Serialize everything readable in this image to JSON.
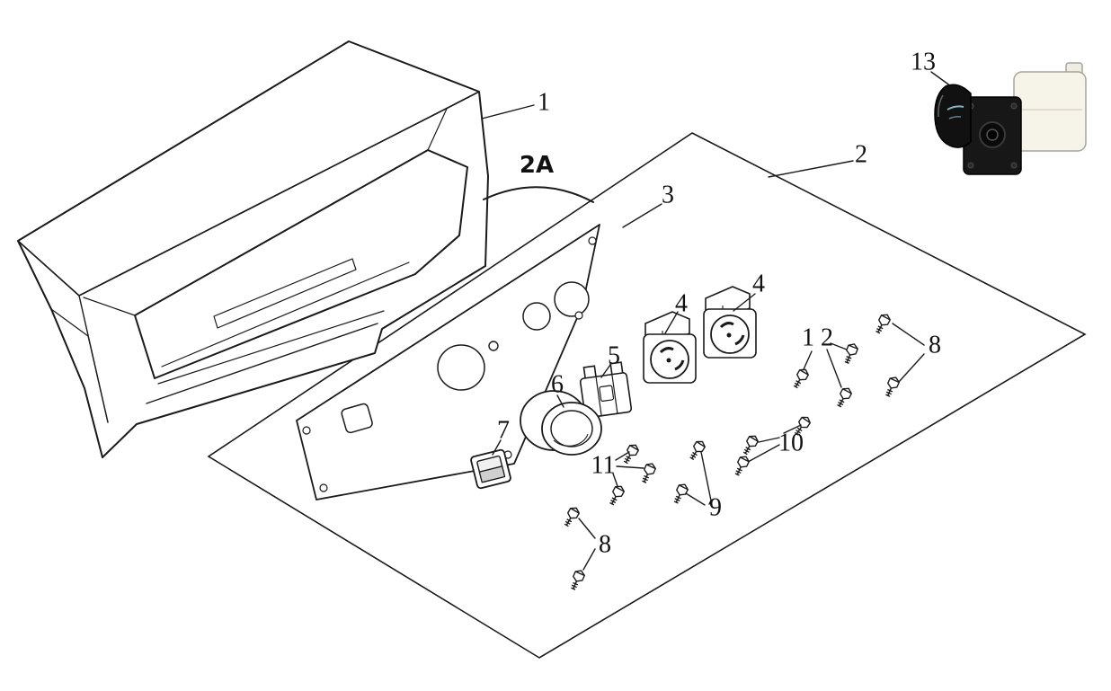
{
  "colors": {
    "ink": "#1a1a1a",
    "paper": "#ffffff",
    "photo_black": "#141414",
    "photo_white": "#f6f3e9",
    "photo_glint_blue": "#8fd2e8"
  },
  "diagram": {
    "type": "exploded-parts-diagram",
    "labels": [
      {
        "text": "1"
      },
      {
        "text": "2A"
      },
      {
        "text": "2"
      },
      {
        "text": "3"
      },
      {
        "text": "4"
      },
      {
        "text": "4"
      },
      {
        "text": "5"
      },
      {
        "text": "6"
      },
      {
        "text": "7"
      },
      {
        "text": "8"
      },
      {
        "text": "12"
      },
      {
        "text": "10"
      },
      {
        "text": "9"
      },
      {
        "text": "11"
      },
      {
        "text": "8"
      },
      {
        "text": "13"
      }
    ]
  }
}
